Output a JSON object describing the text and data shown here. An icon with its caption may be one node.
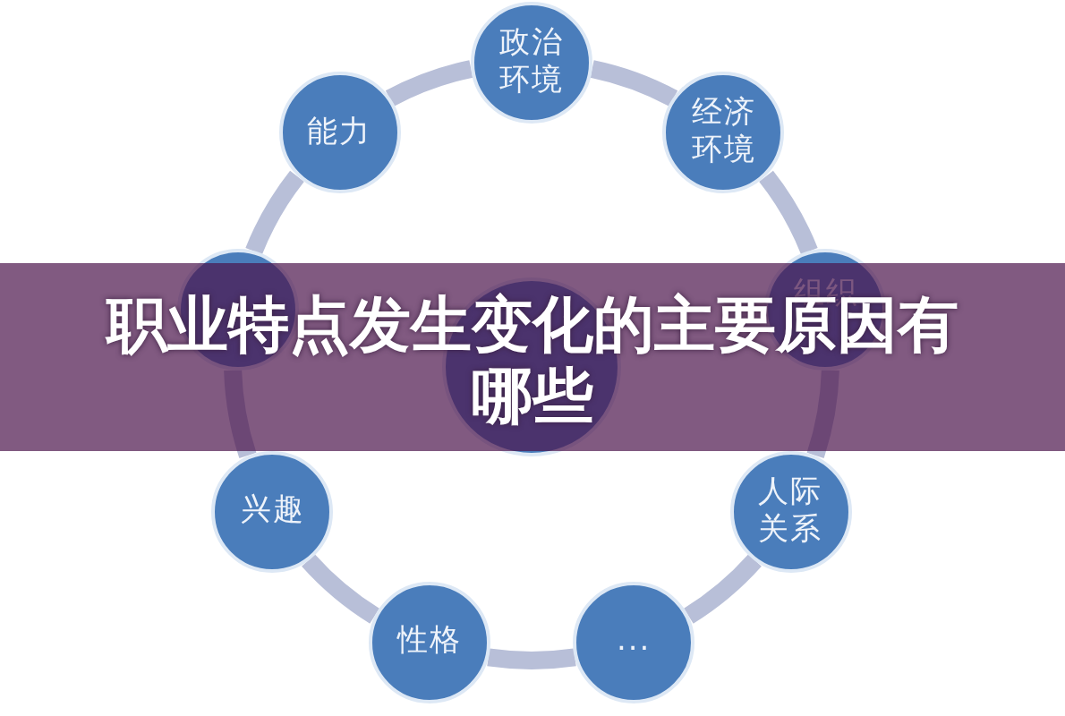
{
  "diagram": {
    "title": "职业特点发生变化的主要原因有哪些",
    "nodes": [
      {
        "text": [
          "政治环境"
        ]
      },
      {
        "text": [
          "能力"
        ]
      },
      {
        "text": [
          "经济环境"
        ]
      },
      {
        "text": [],
        "shape": "circle"
      },
      {
        "text": [],
        "shape": "circle"
      },
      {
        "text": [
          "组织"
        ]
      },
      {
        "text": [
          "兴趣"
        ]
      },
      {
        "text": [
          "人际关系"
        ]
      },
      {
        "text": [
          "性格"
        ]
      },
      {
        "text": [
          "..."
        ]
      }
    ],
    "edges": [
      {
        "from": 1,
        "to": 0,
        "arrow": "none"
      },
      {
        "from": 0,
        "to": 2,
        "arrow": "none"
      },
      {
        "from": 2,
        "to": 5,
        "arrow": "none"
      },
      {
        "from": 5,
        "to": 7,
        "arrow": "none"
      },
      {
        "from": 7,
        "to": 9,
        "arrow": "none"
      },
      {
        "from": 9,
        "to": 8,
        "arrow": "none"
      },
      {
        "from": 8,
        "to": 6,
        "arrow": "none"
      },
      {
        "from": 6,
        "to": 3,
        "arrow": "none"
      },
      {
        "from": 3,
        "to": 1,
        "arrow": "none"
      }
    ]
  }
}
